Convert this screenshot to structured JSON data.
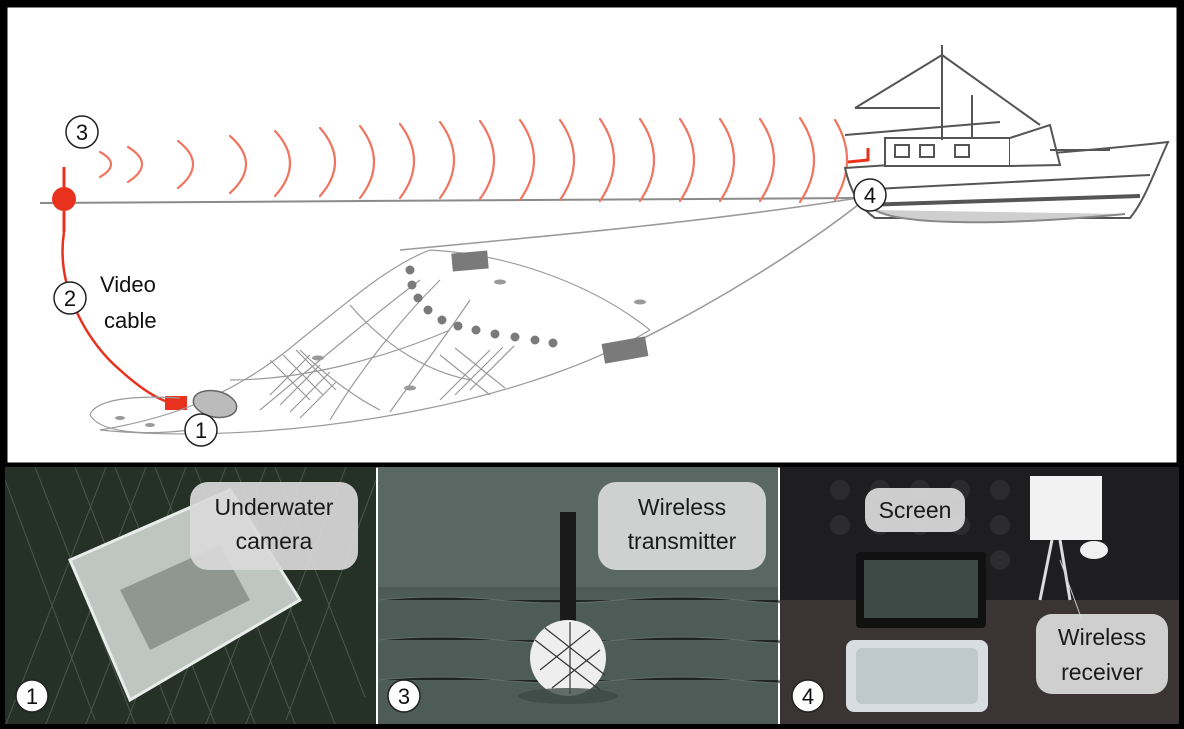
{
  "diagram": {
    "markers": {
      "camera": "1",
      "cable": "2",
      "transmitter": "3",
      "receiver": "4"
    },
    "cable_label_line1": "Video",
    "cable_label_line2": "cable"
  },
  "photos": {
    "camera": {
      "marker": "1",
      "label_line1": "Underwater",
      "label_line2": "camera"
    },
    "buoy": {
      "marker": "3",
      "label_line1": "Wireless",
      "label_line2": "transmitter"
    },
    "receiver": {
      "marker": "4",
      "screen_label": "Screen",
      "receiver_label_line1": "Wireless",
      "receiver_label_line2": "receiver"
    }
  },
  "colors": {
    "accent_red": "#e8321e",
    "wave_red": "#f07560",
    "line_gray": "#8a8a8a",
    "net_gray": "#9a9a9a",
    "frame": "#000000",
    "label_bg": "#d9d9d9"
  }
}
